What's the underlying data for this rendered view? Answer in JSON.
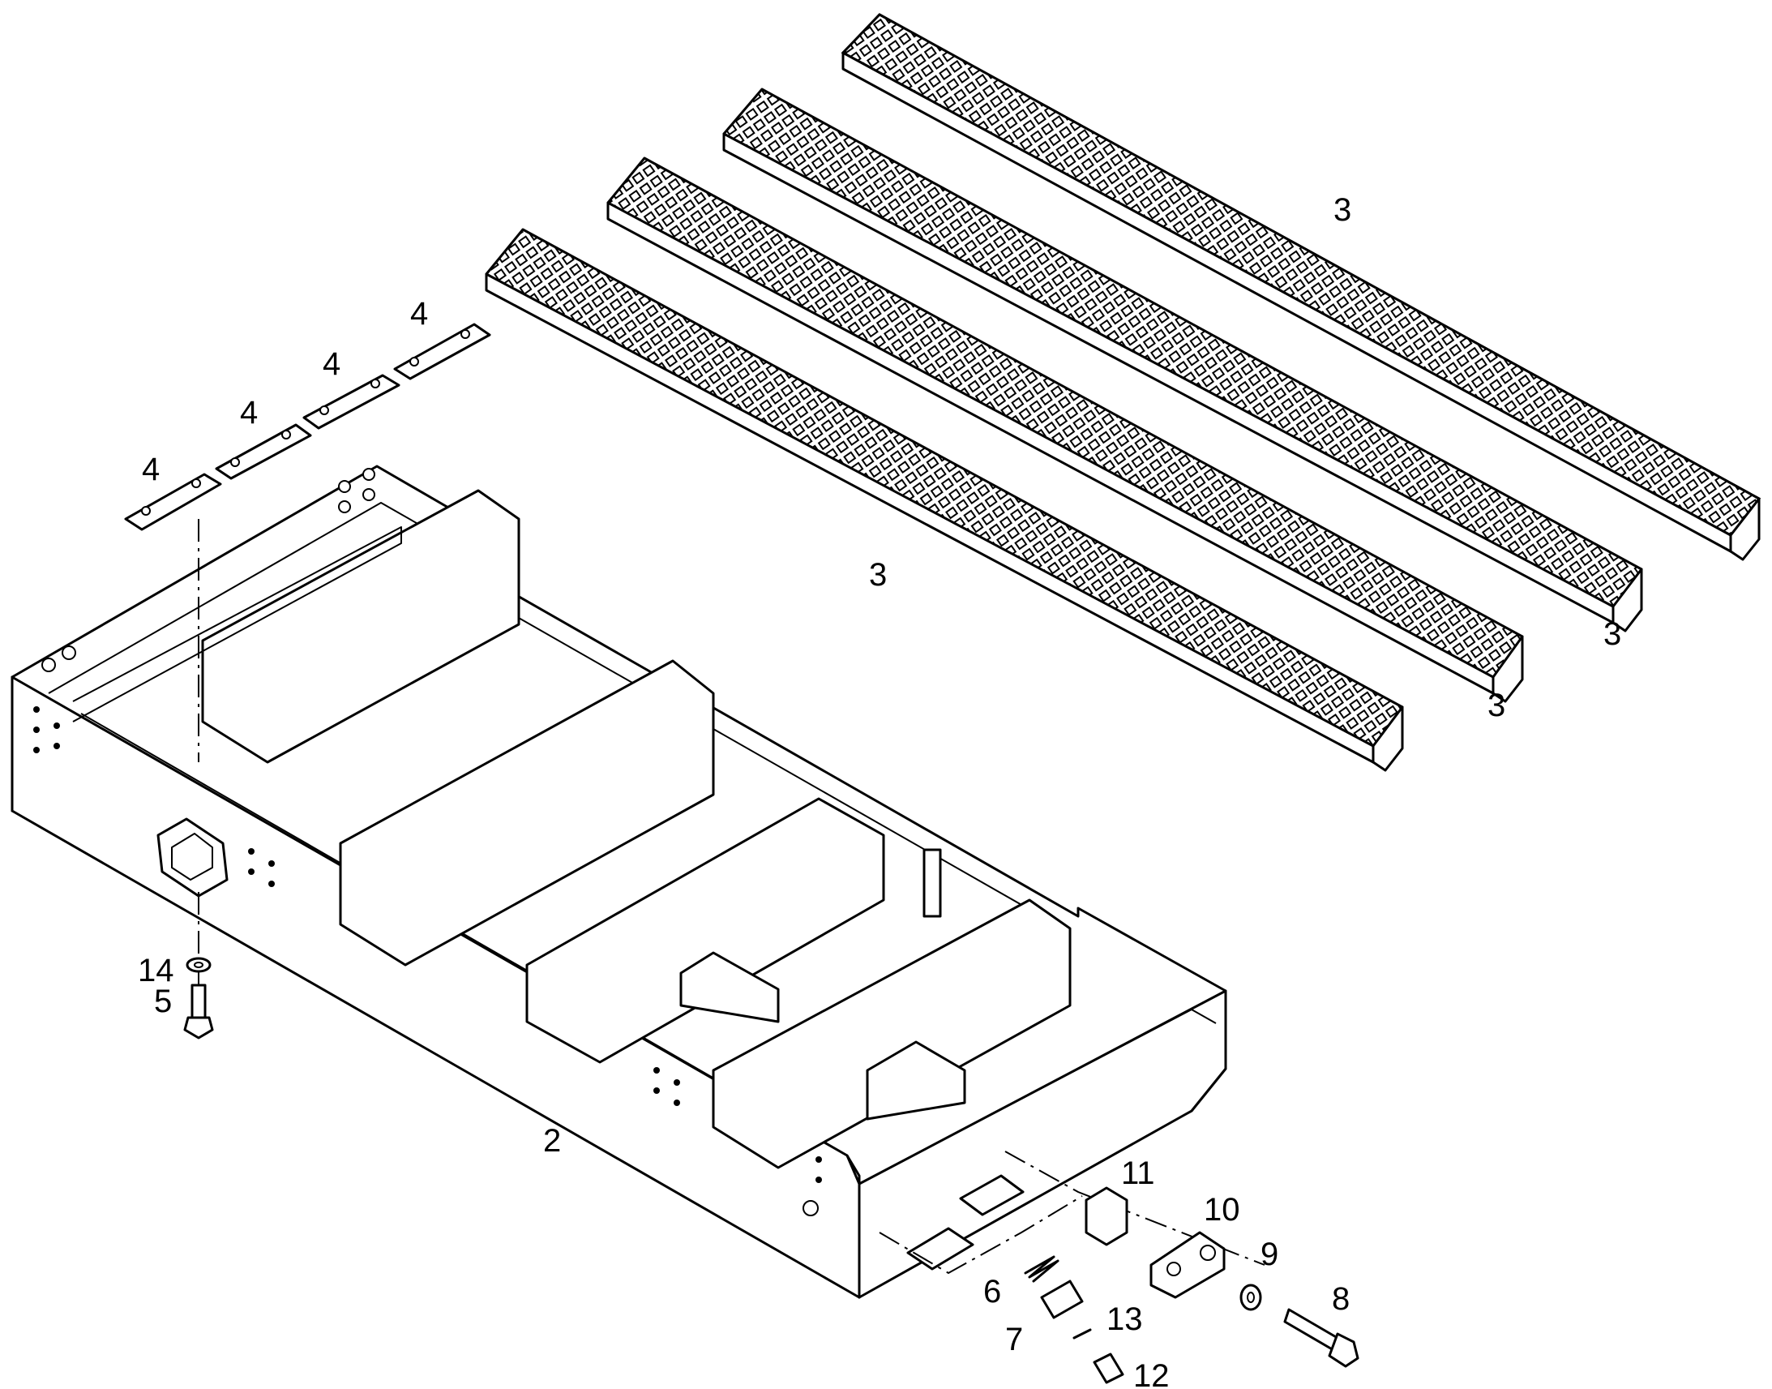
{
  "diagram": {
    "type": "exploded parts diagram",
    "callouts": [
      {
        "id": "c2",
        "label": "2"
      },
      {
        "id": "c3a",
        "label": "3"
      },
      {
        "id": "c3b",
        "label": "3"
      },
      {
        "id": "c3c",
        "label": "3"
      },
      {
        "id": "c3d",
        "label": "3"
      },
      {
        "id": "c4a",
        "label": "4"
      },
      {
        "id": "c4b",
        "label": "4"
      },
      {
        "id": "c4c",
        "label": "4"
      },
      {
        "id": "c4d",
        "label": "4"
      },
      {
        "id": "c5",
        "label": "5"
      },
      {
        "id": "c6",
        "label": "6"
      },
      {
        "id": "c7",
        "label": "7"
      },
      {
        "id": "c8",
        "label": "8"
      },
      {
        "id": "c9",
        "label": "9"
      },
      {
        "id": "c10",
        "label": "10"
      },
      {
        "id": "c11",
        "label": "11"
      },
      {
        "id": "c12",
        "label": "12"
      },
      {
        "id": "c13",
        "label": "13"
      },
      {
        "id": "c14",
        "label": "14"
      }
    ]
  }
}
